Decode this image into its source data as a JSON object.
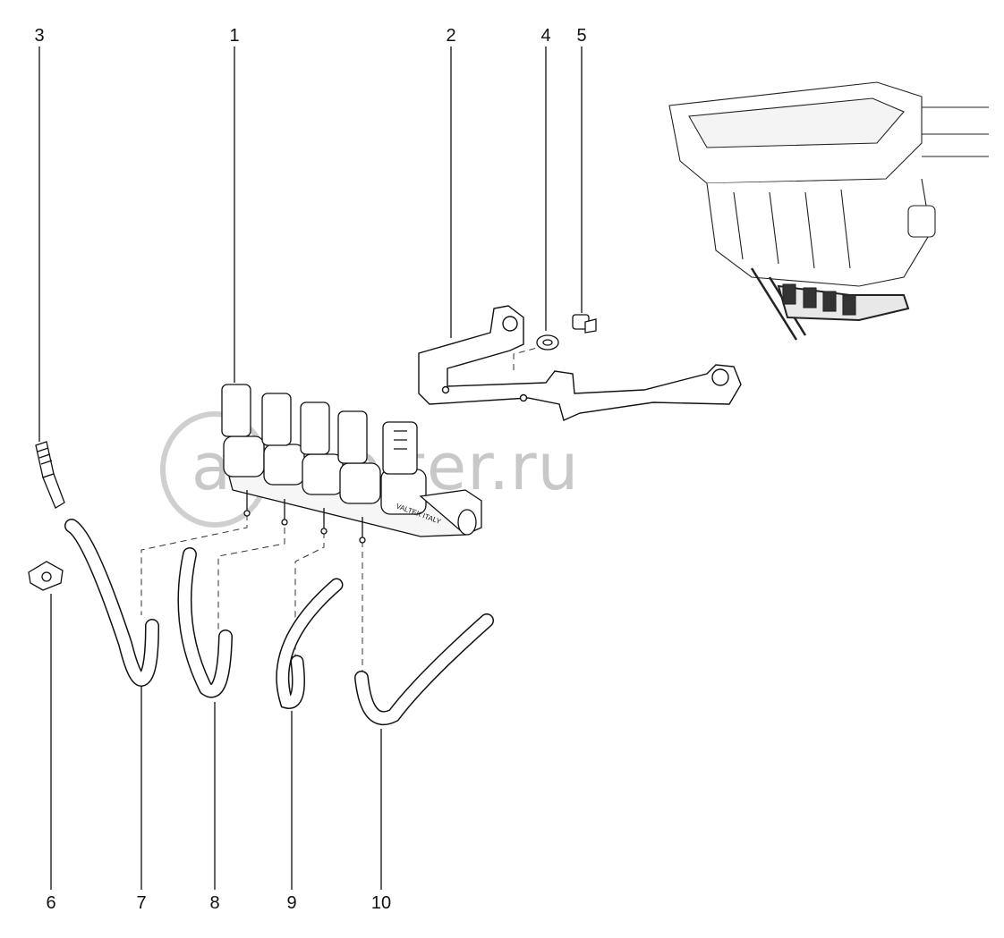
{
  "callouts": {
    "c1": "1",
    "c2": "2",
    "c3": "3",
    "c4": "4",
    "c5": "5",
    "c6": "6",
    "c7": "7",
    "c8": "8",
    "c9": "9",
    "c10": "10"
  },
  "watermark": {
    "text": "autopiter.ru"
  },
  "injector_label": "VALTEK ITALY",
  "colors": {
    "line": "#111111",
    "watermark": "#c8c8c8"
  }
}
